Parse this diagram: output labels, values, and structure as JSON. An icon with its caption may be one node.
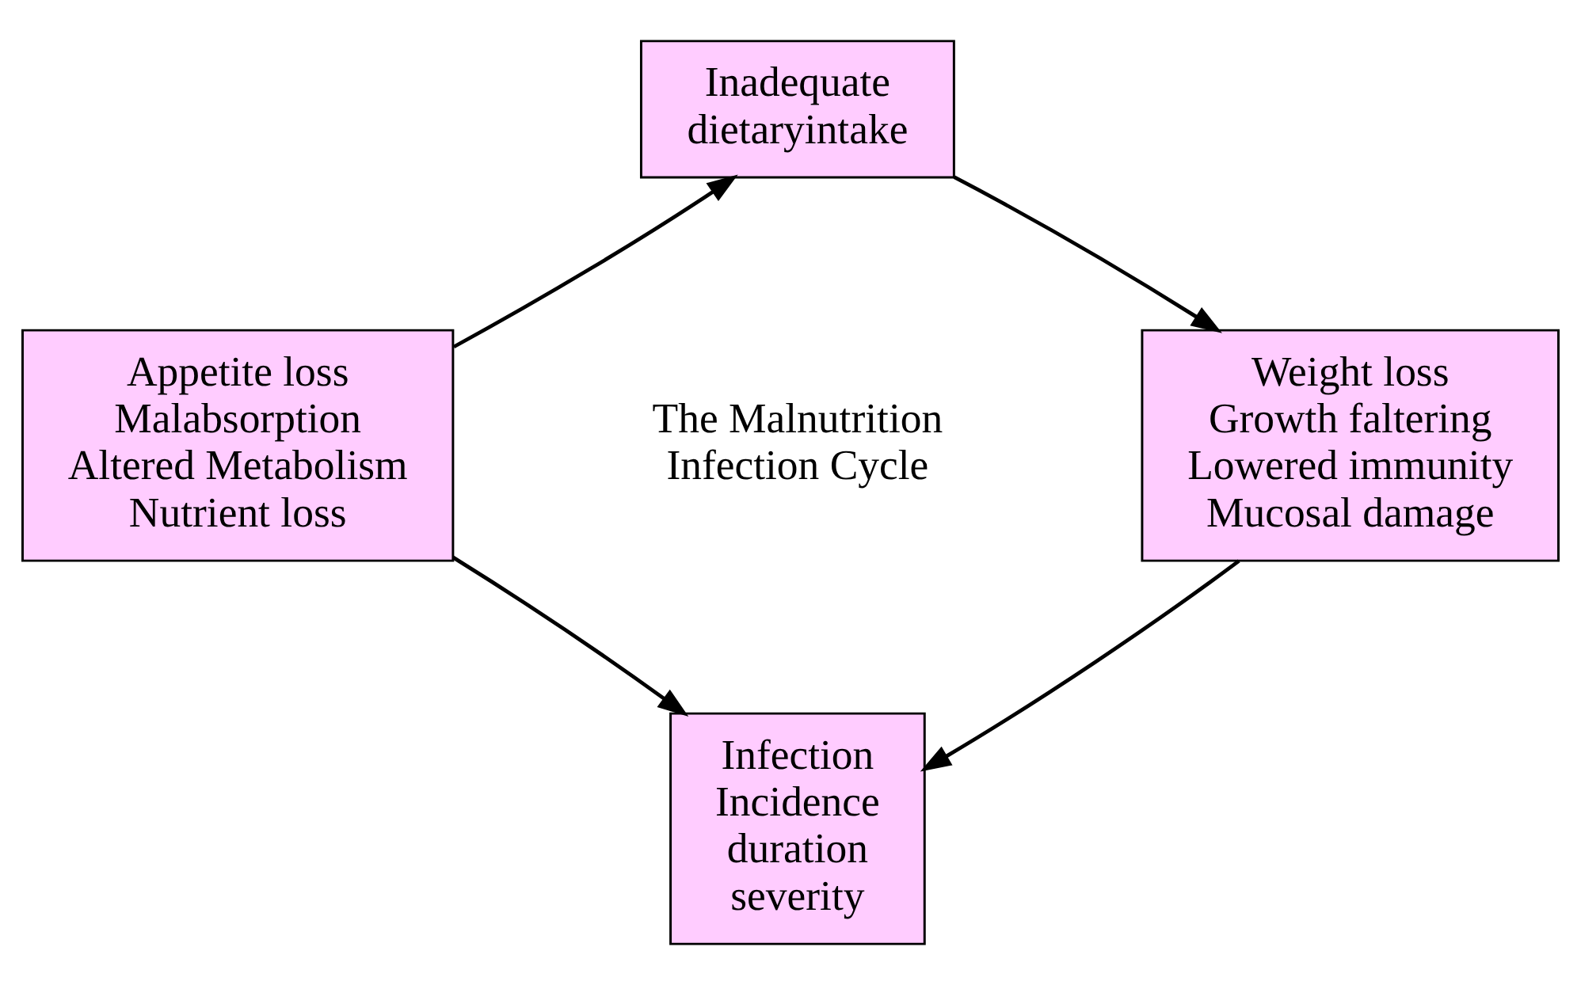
{
  "diagram": {
    "nodes": [
      {
        "text": [
          "Inadequate dietaryintake"
        ]
      },
      {
        "text": [
          "Appetite loss Malabsorption Altered Metabolism Nutrient loss"
        ]
      },
      {
        "text": [
          "Weight loss Growth faltering Lowered immunity Mucosal damage"
        ]
      },
      {
        "text": [
          "Infection Incidence duration severity"
        ]
      }
    ],
    "edges": [
      {
        "from": 1,
        "to": 0,
        "arrow": "to"
      },
      {
        "from": 0,
        "to": 2,
        "arrow": "to"
      },
      {
        "from": 2,
        "to": 3,
        "arrow": "to"
      },
      {
        "from": 1,
        "to": 3,
        "arrow": "to"
      }
    ],
    "labels": [
      "The Malnutrition Infection Cycle"
    ]
  }
}
